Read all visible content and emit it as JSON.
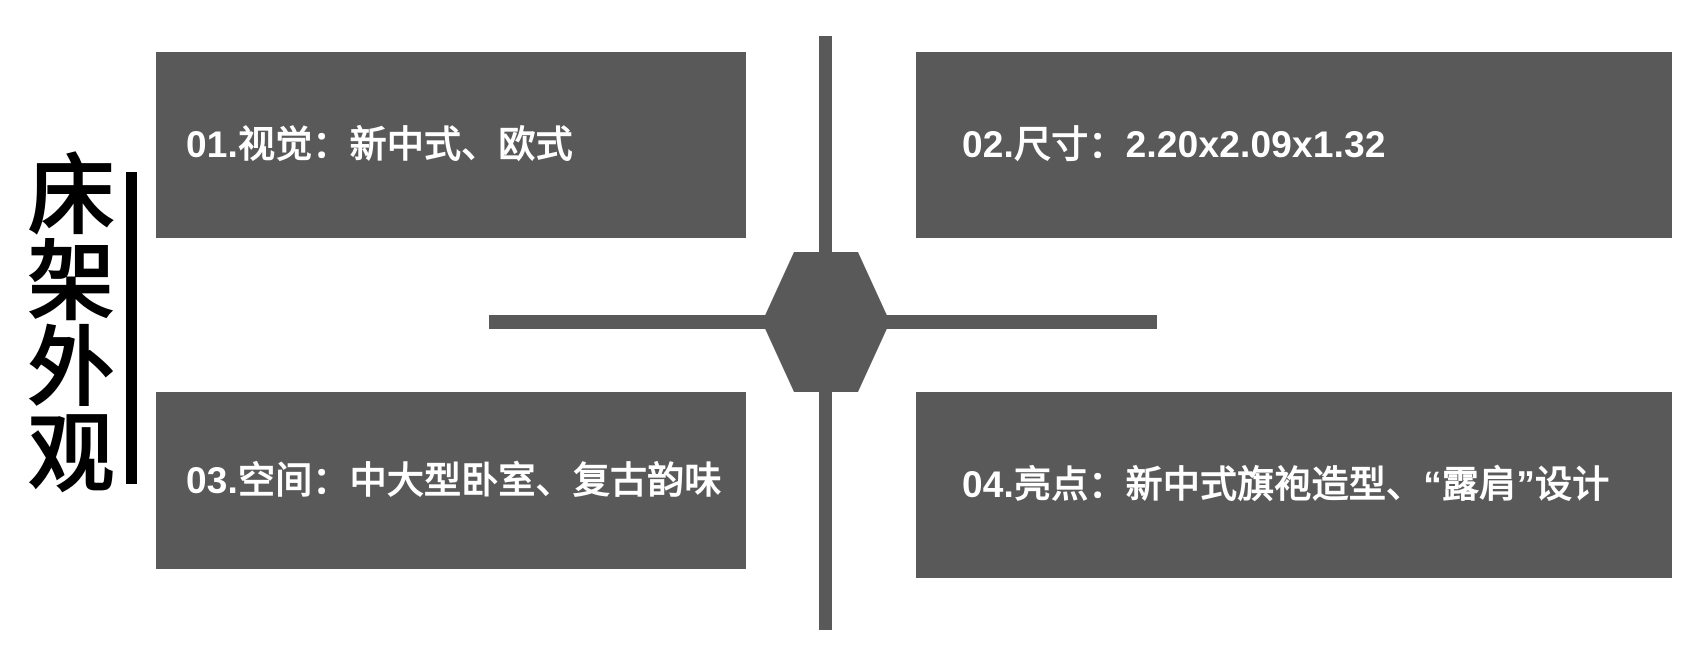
{
  "slide": {
    "background_color": "#ffffff",
    "accent_color": "#595959",
    "text_color": "#ffffff",
    "title_color": "#000000"
  },
  "side_title": {
    "text": "床架外观"
  },
  "center": {
    "hexagon_label": "hexagon-node"
  },
  "boxes": [
    {
      "id": "01",
      "label": "01.视觉：新中式、欧式"
    },
    {
      "id": "02",
      "label": "02.尺寸：2.20x2.09x1.32"
    },
    {
      "id": "03",
      "label": "03.空间：中大型卧室、复古韵味"
    },
    {
      "id": "04",
      "label": "04.亮点：新中式旗袍造型、“露肩”设计"
    }
  ]
}
